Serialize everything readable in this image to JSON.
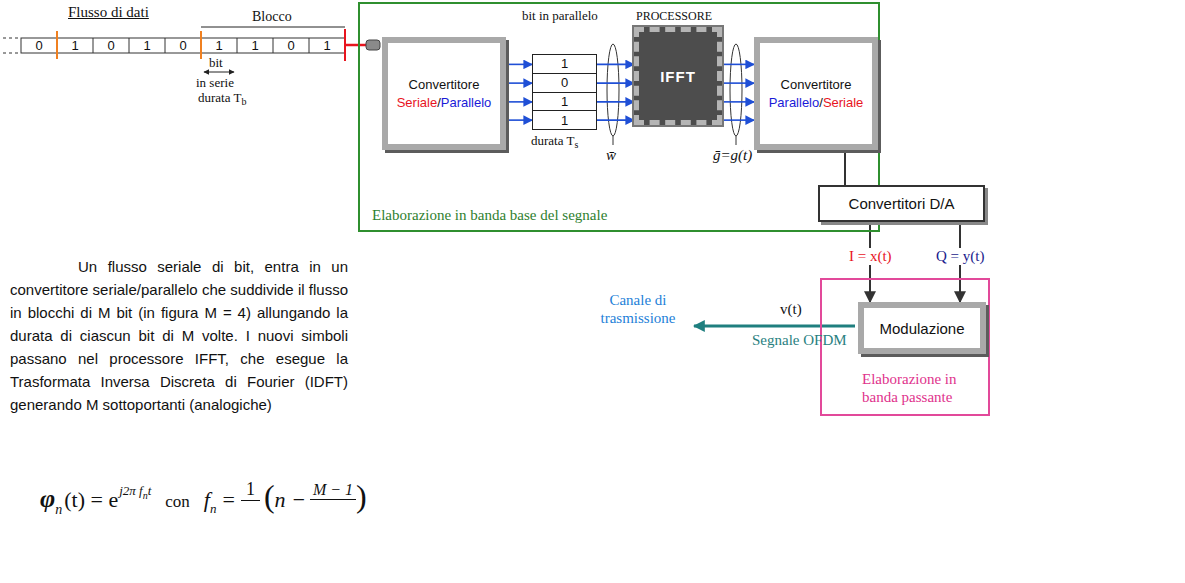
{
  "diagram": {
    "nodes": [
      {
        "text": [
          "Elaborazione in banda base del segnale"
        ]
      },
      {
        "text": [
          "Convertitore",
          "Seriale/Parallelo"
        ],
        "in": 0
      },
      {
        "text": [
          "1",
          "0",
          "1",
          "1"
        ],
        "in": 0
      },
      {
        "text": [
          "IFFT"
        ],
        "in": 0
      },
      {
        "text": [
          "Convertitore",
          "Parallelo/Seriale"
        ],
        "in": 0
      },
      {
        "text": [
          "Convertitori D/A"
        ]
      },
      {
        "text": [
          "Elaborazione in banda passante"
        ]
      },
      {
        "text": [
          "Modulazione"
        ],
        "in": 6
      }
    ],
    "edges": [
      {
        "from": 1,
        "to": 2,
        "arrow": "to"
      },
      {
        "from": 1,
        "to": 2,
        "arrow": "to"
      },
      {
        "from": 1,
        "to": 2,
        "arrow": "to"
      },
      {
        "from": 1,
        "to": 2,
        "arrow": "to"
      },
      {
        "from": 2,
        "to": 3,
        "arrow": "to"
      },
      {
        "from": 2,
        "to": 3,
        "arrow": "to"
      },
      {
        "from": 2,
        "to": 3,
        "arrow": "to"
      },
      {
        "from": 2,
        "to": 3,
        "arrow": "to"
      },
      {
        "from": 3,
        "to": 4,
        "arrow": "to"
      },
      {
        "from": 3,
        "to": 4,
        "arrow": "to"
      },
      {
        "from": 3,
        "to": 4,
        "arrow": "to"
      },
      {
        "from": 3,
        "to": 4,
        "arrow": "to"
      },
      {
        "from": 4,
        "to": 5,
        "arrow": "none"
      },
      {
        "from": 5,
        "to": 7,
        "label": "I = x(t)",
        "arrow": "to"
      },
      {
        "from": 5,
        "to": 7,
        "label": "Q = y(t)",
        "arrow": "to"
      }
    ],
    "labels": [
      "Flusso di dati",
      "Blocco",
      "bit in parallelo",
      "PROCESSORE",
      "0",
      "1",
      "0",
      "1",
      "0",
      "1",
      "1",
      "0",
      "1",
      "bit",
      "in serie",
      "durata T",
      "b",
      "durata T",
      "s",
      "w̄",
      "ḡ=g(t)",
      "v(t)",
      "Canale di trasmissione",
      "Segnale OFDM",
      "Un flusso seriale di bit, entra in un convertitore seriale/parallelo che suddivide il flusso in blocchi di M bit (in figura M = 4) allungando la durata di ciascun bit di M volte. I nuovi simboli passano nel processore IFFT, che esegue la Trasformata Inversa Discreta di Fourier (IDFT) generando M sottoportanti (analogiche)",
      "φ",
      "n",
      "(t) = e",
      "j2π f",
      "n",
      "t",
      "con",
      "f",
      "n",
      "=",
      "1",
      "(",
      "n −",
      "M − 1",
      ")"
    ]
  }
}
